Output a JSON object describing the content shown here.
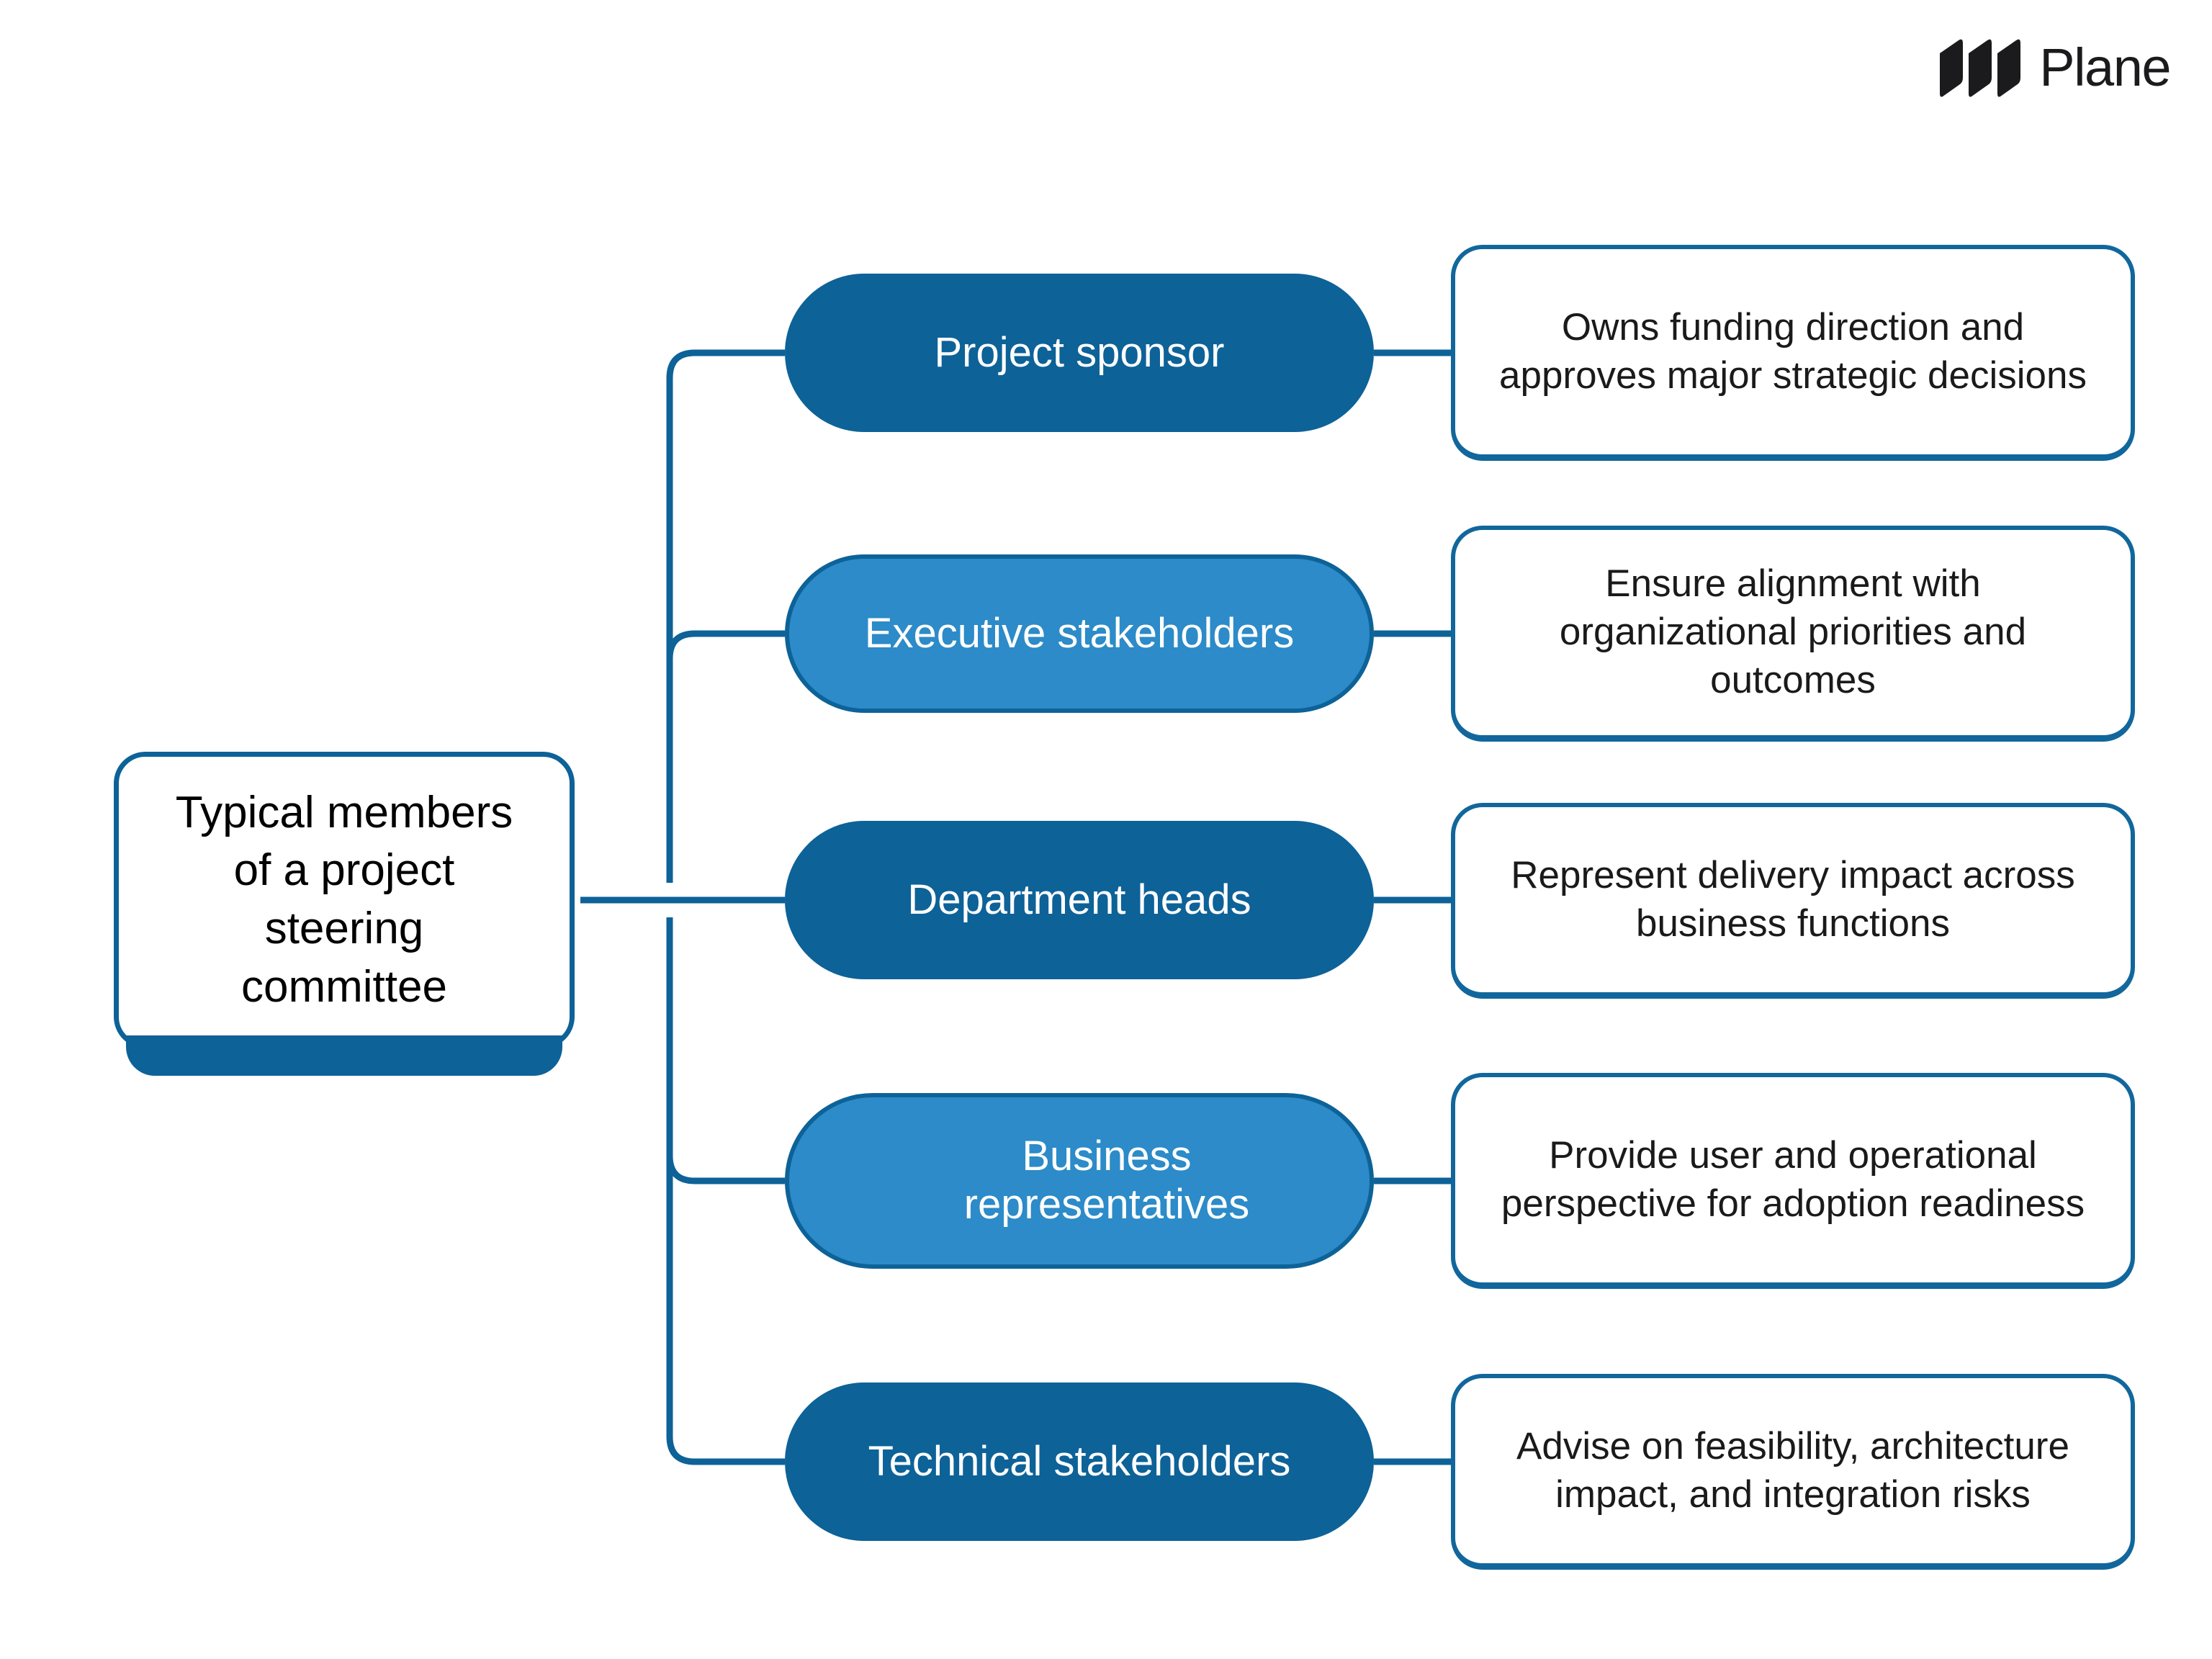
{
  "brand": {
    "name": "Plane",
    "logo_icon": "plane-logo-icon"
  },
  "diagram": {
    "type": "mind-map",
    "root": {
      "label": "Typical members\nof a project\nsteering\ncommittee",
      "text_color": "#000000",
      "fill": "#ffffff",
      "border_color": "#0d6298"
    },
    "colors": {
      "dark_blue": "#0d6298",
      "light_blue": "#2c8bc8",
      "card_border": "#11679c",
      "connector": "#0d6298",
      "background": "#ffffff"
    },
    "branches": [
      {
        "id": "project-sponsor",
        "label": "Project sponsor",
        "variant": "dark",
        "fill": "#0d6298",
        "description": "Owns funding direction and approves major strategic decisions"
      },
      {
        "id": "executive-stakeholders",
        "label": "Executive stakeholders",
        "variant": "light",
        "fill": "#2c8bc8",
        "description": "Ensure alignment with organizational priorities and outcomes"
      },
      {
        "id": "department-heads",
        "label": "Department heads",
        "variant": "dark",
        "fill": "#0d6298",
        "description": "Represent delivery impact across business functions"
      },
      {
        "id": "business-representatives",
        "label": "Business\nrepresentatives",
        "variant": "light",
        "fill": "#2c8bc8",
        "description": "Provide user and operational perspective for adoption readiness"
      },
      {
        "id": "technical-stakeholders",
        "label": "Technical stakeholders",
        "variant": "dark",
        "fill": "#0d6298",
        "description": "Advise on feasibility, architecture impact, and integration risks"
      }
    ]
  }
}
